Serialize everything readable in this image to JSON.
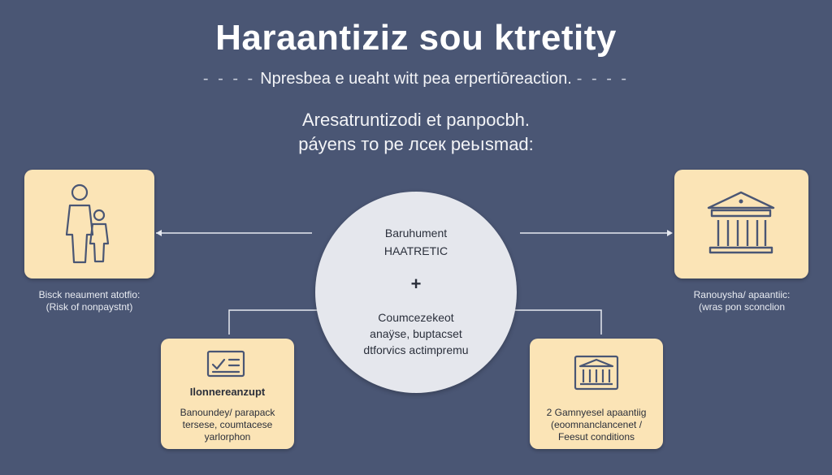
{
  "header": {
    "title": "Haraantiziz sou ktretity",
    "subtitle": "Npresbea e ueaht witt pea erpertiōreaction.",
    "subtitle_dashes": "- - - -",
    "intro_line1": "Aresatruntizodi et panpocbh.",
    "intro_line2": "páyens то ре лсек реьısmad:"
  },
  "hub": {
    "line1": "Baruhument",
    "line2": "HAATRETIC",
    "plus": "+",
    "line3": "Coumcezekeot",
    "line4": "anaÿse, buptacset",
    "line5": "dtforvics actimpremu"
  },
  "left_card": {
    "icon": "parent-child-icon",
    "label_line1": "Bisck neaument atotfio:",
    "label_line2": "(Risk of nonpaystnt)"
  },
  "right_card": {
    "icon": "institution-building-icon",
    "label_line1": "Ranouysha/ apaantiic:",
    "label_line2": "(wras pon sconclion"
  },
  "bottom_left_card": {
    "icon": "checklist-document-icon",
    "title": "Ilonnereanzupt",
    "line1": "Banoundey/ parapack",
    "line2": "tersese, coumtacese",
    "line3": "yarlorphon"
  },
  "bottom_right_card": {
    "icon": "court-building-icon",
    "line1": "2 Gamnyesel apaantiig",
    "line2": "(eoomnanclancenet /",
    "line3": "Feesut conditions"
  },
  "colors": {
    "background": "#4a5674",
    "card": "#fbe4b6",
    "hub": "#e5e7ed",
    "connector": "#e6e9f0",
    "icon_stroke": "#4a5674"
  }
}
